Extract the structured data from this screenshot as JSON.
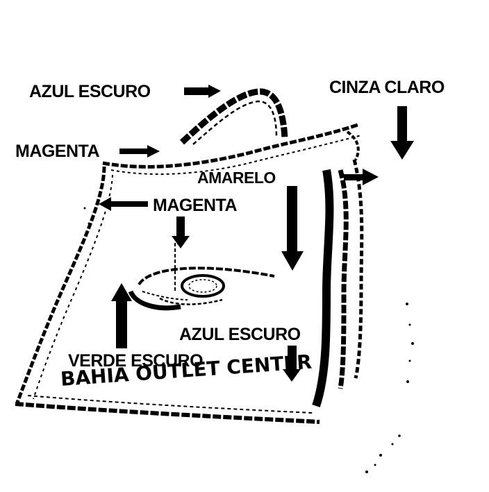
{
  "labels": {
    "top_left": "AZUL ESCURO",
    "top_right": "CINZA CLARO",
    "left_upper": "MAGENTA",
    "center_upper": "AMARELO",
    "left_lower": "MAGENTA",
    "center_lower": "AZUL ESCURO",
    "bottom_left": "VERDE ESCURO"
  },
  "bag": {
    "brand_text": "BAHIA  OUTLET CENTER"
  },
  "colors": {
    "ink": "#000000",
    "background": "#ffffff"
  }
}
